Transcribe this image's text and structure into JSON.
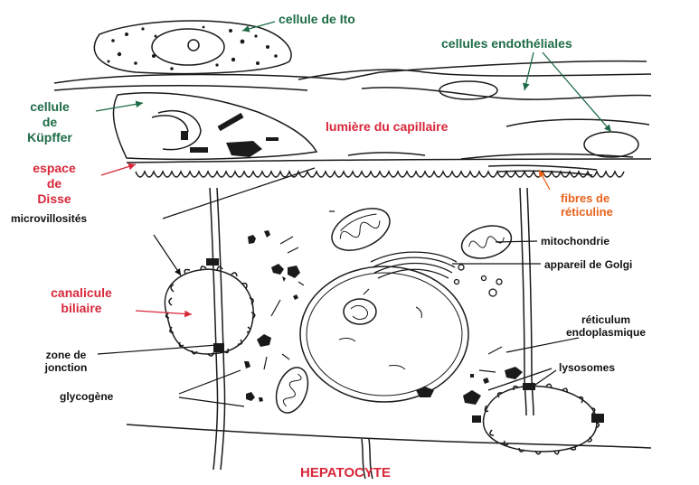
{
  "colors": {
    "green_label": "#1e6b46",
    "red_label": "#d8273a",
    "orange_label": "#e8621c",
    "black_label": "#111111",
    "line": "#1a1a1a"
  },
  "labels": {
    "cellule_ito": "cellule de Ito",
    "cellules_endotheliales": "cellules endothéliales",
    "cellule_de_kupffer": [
      "cellule",
      "de",
      "Küpffer"
    ],
    "lumiere_capillaire": "lumière du capillaire",
    "espace_de_disse": [
      "espace",
      "de",
      "Disse"
    ],
    "fibres_reticuline": [
      "fibres de",
      "réticuline"
    ],
    "microvillosites": "microvillosités",
    "mitochondrie": "mitochondrie",
    "appareil_golgi": "appareil de Golgi",
    "canalicule_biliaire": [
      "canalicule",
      "biliaire"
    ],
    "reticulum_endoplasmique": [
      "réticulum",
      "endoplasmique"
    ],
    "zone_de_jonction": [
      "zone de",
      "jonction"
    ],
    "lysosomes": "lysosomes",
    "glycogene": "glycogène",
    "hepatocyte": "HEPATOCYTE"
  }
}
